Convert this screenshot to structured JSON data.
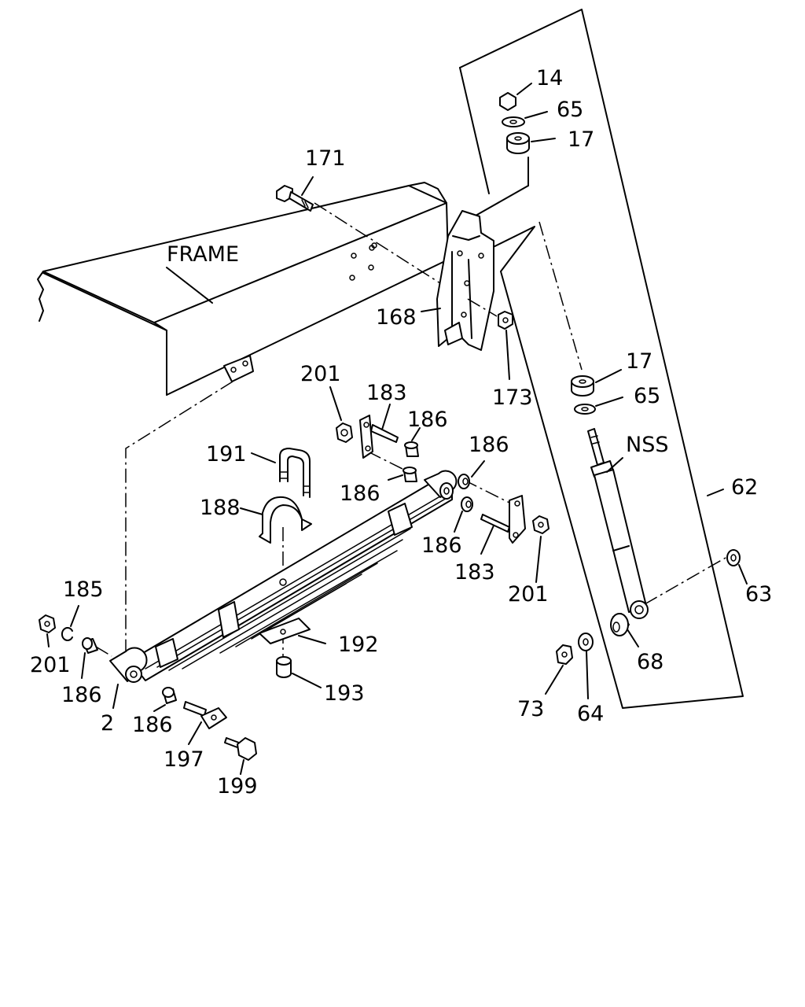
{
  "labels": {
    "frame": "FRAME",
    "p14": "14",
    "p65_top": "65",
    "p17_top": "17",
    "p171": "171",
    "p168": "168",
    "p173": "173",
    "p17_mid": "17",
    "p65_mid": "65",
    "nss": "NSS",
    "p62": "62",
    "p63": "63",
    "p68": "68",
    "p64": "64",
    "p73": "73",
    "p201_top": "201",
    "p183_top": "183",
    "p186_top": "186",
    "p186_right_top": "186",
    "p186_mid": "186",
    "p186_right_mid": "186",
    "p183_right": "183",
    "p201_right": "201",
    "p191": "191",
    "p188": "188",
    "p185": "185",
    "p201_left": "201",
    "p186_left": "186",
    "p2": "2",
    "p186_bottom": "186",
    "p192": "192",
    "p193": "193",
    "p197": "197",
    "p199": "199"
  }
}
